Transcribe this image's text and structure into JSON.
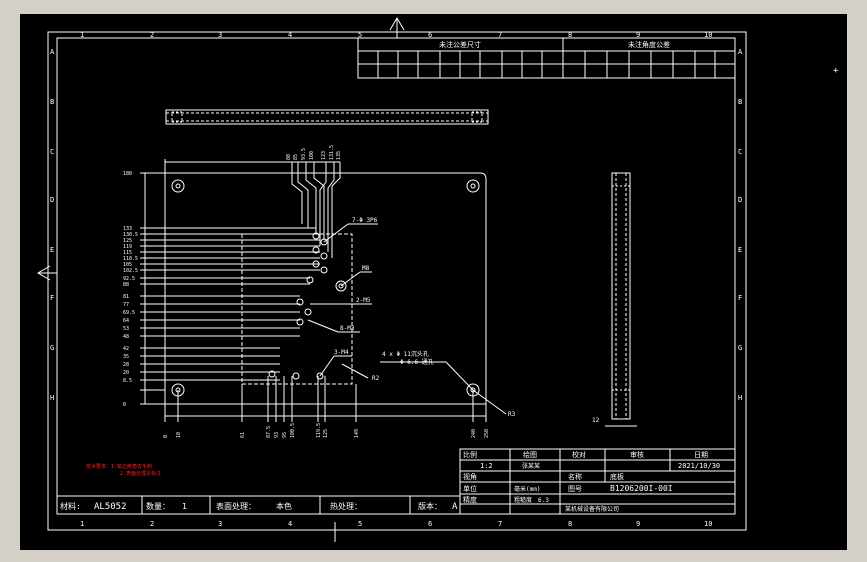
{
  "colors": {
    "background": "#000000",
    "frame": "#d4d0c8",
    "line": "#ffffff",
    "note": "#ff2020"
  },
  "border": {
    "cols": [
      "1",
      "2",
      "3",
      "4",
      "5",
      "6",
      "7",
      "8",
      "9",
      "10"
    ],
    "rows": [
      "A",
      "B",
      "C",
      "D",
      "E",
      "F",
      "G",
      "H"
    ]
  },
  "rev_tables": {
    "left_title": "未注公差尺寸",
    "right_title": "未注角度公差"
  },
  "dims": {
    "top": [
      "80",
      "85",
      "93.5",
      "100",
      "123",
      "131.5",
      "135"
    ],
    "left": [
      "180",
      "133",
      "130.5",
      "125",
      "119",
      "115",
      "110.5",
      "105",
      "102.5",
      "92.5",
      "88",
      "81",
      "77",
      "69.5",
      "64",
      "53",
      "48",
      "42",
      "35",
      "28",
      "20",
      "8.5",
      "0"
    ],
    "bottom": [
      "0",
      "10",
      "61",
      "87.5",
      "93",
      "95",
      "100.5",
      "119.5",
      "125",
      "149",
      "240",
      "250"
    ],
    "side": "12"
  },
  "callouts": {
    "c1": "7-Φ 3P6",
    "c2": "M8",
    "c3": "2-M5",
    "c4": "8-M3",
    "c5": "3-M4",
    "c6": "4 x Φ 11沉头孔",
    "c6b": "Φ 6.6 通孔",
    "r1": "R2",
    "r2": "R3"
  },
  "notes": {
    "line1": "技术要求：1.锐边倒角去毛刺",
    "line2": "2.表面处理见标注"
  },
  "title_block": {
    "h_ratio": "比例",
    "h_draw": "绘图",
    "h_check": "校对",
    "h_review": "审核",
    "h_date": "日期",
    "ratio_val": "1:2",
    "draw_val": "张某某",
    "date_val": "2021/10/30",
    "unit_label": "单位",
    "unit_val": "毫米(mm)",
    "name_label": "名称",
    "part_name": "底板",
    "proj_label": "视角",
    "drawno_label": "图号",
    "drawno_val": "B1206200I-00I",
    "tol_label": "精度",
    "rough_val": "6.3",
    "rough_label": "粗糙度",
    "company": "某机械设备有限公司"
  },
  "bottom_bar": {
    "material_label": "材料:",
    "material_val": "AL5052",
    "qty_label": "数量：",
    "qty_val": "1",
    "surface_label": "表面处理：",
    "surface_val": "本色",
    "heat_label": "热处理：",
    "heat_val": "",
    "version_label": "版本：",
    "version_val": "A"
  }
}
